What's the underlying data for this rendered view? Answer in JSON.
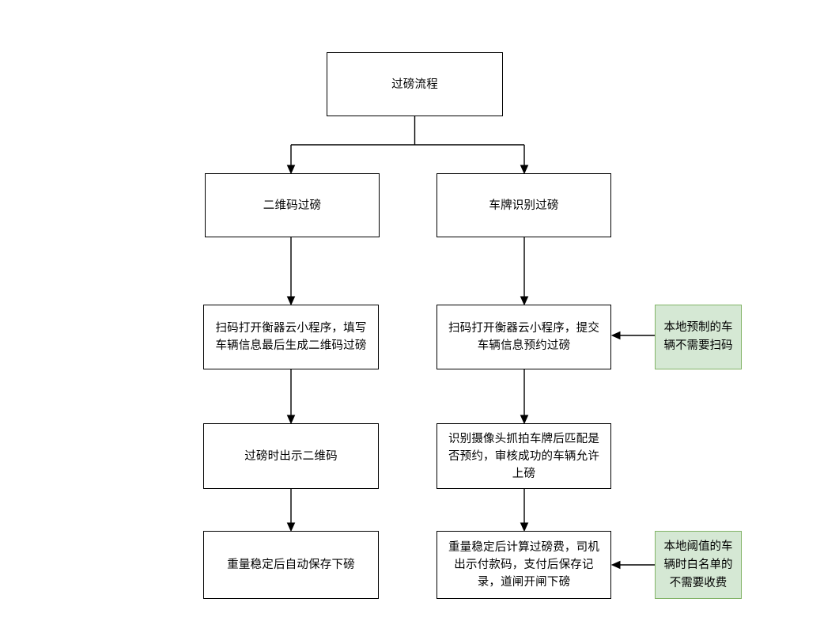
{
  "diagram": {
    "title": "过磅流程",
    "colors": {
      "node_fill": "#ffffff",
      "node_stroke": "#000000",
      "note_fill": "#d5e8d4",
      "note_stroke": "#82b366",
      "edge": "#000000",
      "background": "#ffffff"
    },
    "nodes": {
      "root": "过磅流程",
      "branch_qr": "二维码过磅",
      "branch_plate": "车牌识别过磅",
      "qr_step1": "扫码打开衡器云小程序，填写\n车辆信息最后生成二维码过磅",
      "qr_step2": "过磅时出示二维码",
      "qr_step3": "重量稳定后自动保存下磅",
      "plate_step1": "扫码打开衡器云小程序，提交\n车辆信息预约过磅",
      "plate_step2": "识别摄像头抓拍车牌后匹配是\n否预约，审核成功的车辆允许\n上磅",
      "plate_step3": "重量稳定后计算过磅费，司机\n出示付款码，支付后保存记\n录，道闸开闸下磅"
    },
    "notes": {
      "note_scan": "本地预制的车\n辆不需要扫码",
      "note_fee": "本地阈值的车\n辆时白名单的\n不需要收费"
    }
  }
}
